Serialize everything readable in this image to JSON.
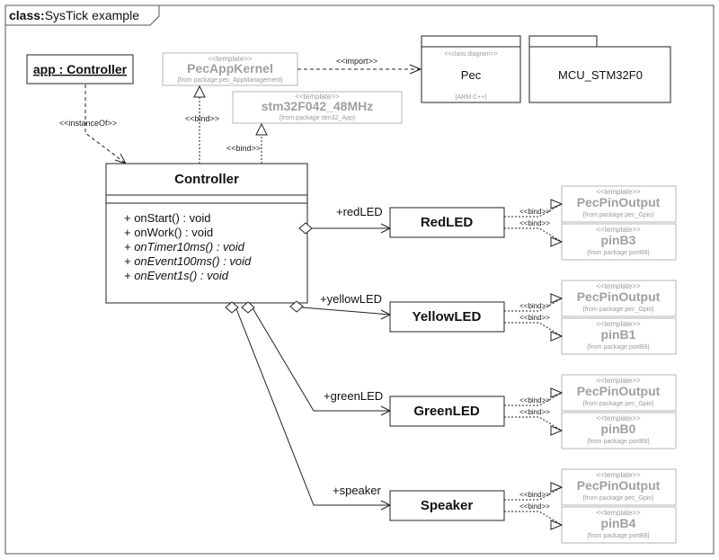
{
  "frame": {
    "prefix": "class:",
    "title": "SysTick example"
  },
  "instance": {
    "label": "app : Controller",
    "instance_of": "<<instanceOf>>"
  },
  "kernel": {
    "stereotype": "<<template>>",
    "name": "PecAppKernel",
    "from": "{from package pec_AppManagement}"
  },
  "stm": {
    "stereotype": "<<template>>",
    "name": "stm32F042_48MHz",
    "from": "{from package stm32_App}"
  },
  "import_label": "<<import>>",
  "bind_label": "<<bind>>",
  "pec_package": {
    "stereotype": "<<class diagram>>",
    "name": "Pec",
    "note": "{ARM C++}"
  },
  "mcu_package": {
    "name": "MCU_STM32F0"
  },
  "controller": {
    "name": "Controller",
    "operations": [
      {
        "text": "+ onStart() : void",
        "italic": false
      },
      {
        "text": "+ onWork() : void",
        "italic": false
      },
      {
        "text": "+ onTimer10ms() : void",
        "italic": true
      },
      {
        "text": "+ onEvent100ms() : void",
        "italic": true
      },
      {
        "text": "+ onEvent1s() : void",
        "italic": true
      }
    ]
  },
  "parts": [
    {
      "role": "+redLED",
      "name": "RedLED",
      "templates": [
        {
          "stereotype": "<<template>>",
          "name": "PecPinOutput",
          "from": "{from package pec_Gpio}"
        },
        {
          "stereotype": "<<template>>",
          "name": "pinB3",
          "from": "{from package portB8}"
        }
      ]
    },
    {
      "role": "+yellowLED",
      "name": "YellowLED",
      "templates": [
        {
          "stereotype": "<<template>>",
          "name": "PecPinOutput",
          "from": "{from package pec_Gpio}"
        },
        {
          "stereotype": "<<template>>",
          "name": "pinB1",
          "from": "{from package portB8}"
        }
      ]
    },
    {
      "role": "+greenLED",
      "name": "GreenLED",
      "templates": [
        {
          "stereotype": "<<template>>",
          "name": "PecPinOutput",
          "from": "{from package pec_Gpio}"
        },
        {
          "stereotype": "<<template>>",
          "name": "pinB0",
          "from": "{from package portB8}"
        }
      ]
    },
    {
      "role": "+speaker",
      "name": "Speaker",
      "templates": [
        {
          "stereotype": "<<template>>",
          "name": "PecPinOutput",
          "from": "{from package pec_Gpio}"
        },
        {
          "stereotype": "<<template>>",
          "name": "pinB4",
          "from": "{from package portB8}"
        }
      ]
    }
  ]
}
